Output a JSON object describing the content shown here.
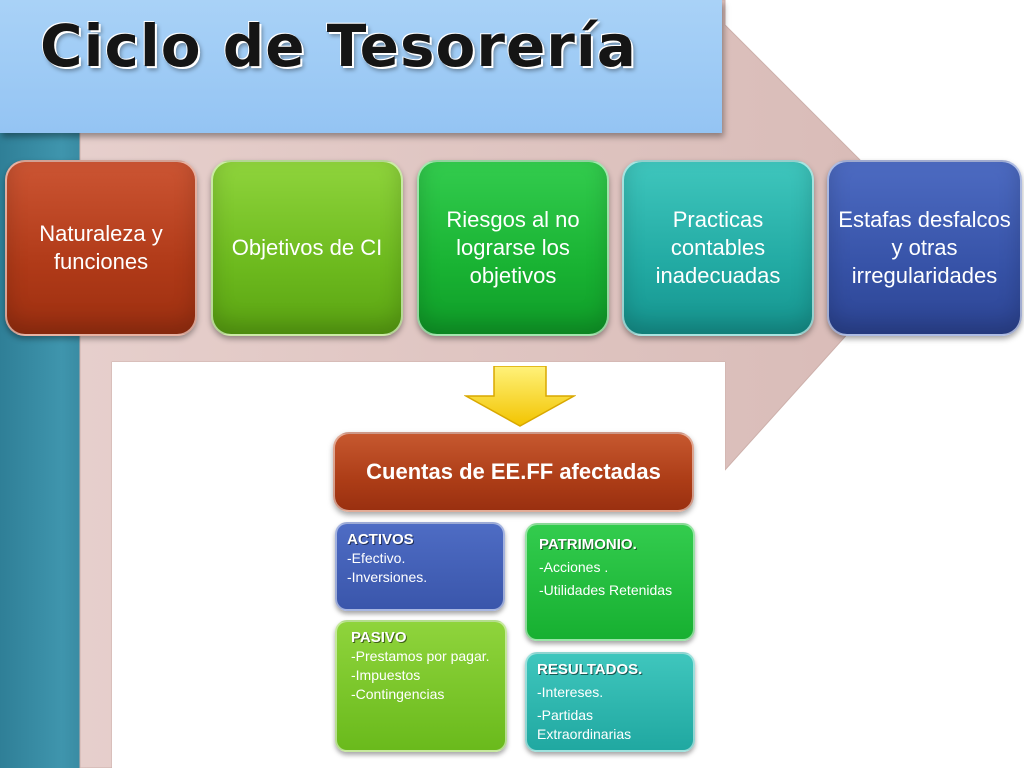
{
  "title": "Ciclo de Tesorería",
  "steps": [
    {
      "label": "Naturaleza y funciones",
      "color": "#b03a18"
    },
    {
      "label": "Objetivos de CI",
      "color": "#6dba1e"
    },
    {
      "label": "Riesgos al no lograrse los objetivos",
      "color": "#19b333"
    },
    {
      "label": "Practicas contables inadecuadas",
      "color": "#22aaa3"
    },
    {
      "label": "Estafas desfalcos y otras irregularidades",
      "color": "#3753a8"
    }
  ],
  "down_arrow": {
    "icon": "down-arrow-icon",
    "color": "#f5d21a"
  },
  "accounts_header": {
    "label": "Cuentas de EE.FF afectadas",
    "color": "#ad3d17"
  },
  "accounts": {
    "activos": {
      "title": "ACTIVOS",
      "lines": [
        "-Efectivo.",
        "-Inversiones."
      ]
    },
    "pasivo": {
      "title": "PASIVO",
      "lines": [
        "-Prestamos por pagar.",
        "-Impuestos",
        "-Contingencias"
      ]
    },
    "patrimonio": {
      "title": "PATRIMONIO.",
      "lines": [
        "-Acciones .",
        "-Utilidades Retenidas"
      ]
    },
    "resultados": {
      "title": "RESULTADOS.",
      "lines": [
        "-Intereses.",
        "-Partidas Extraordinarias"
      ]
    }
  }
}
